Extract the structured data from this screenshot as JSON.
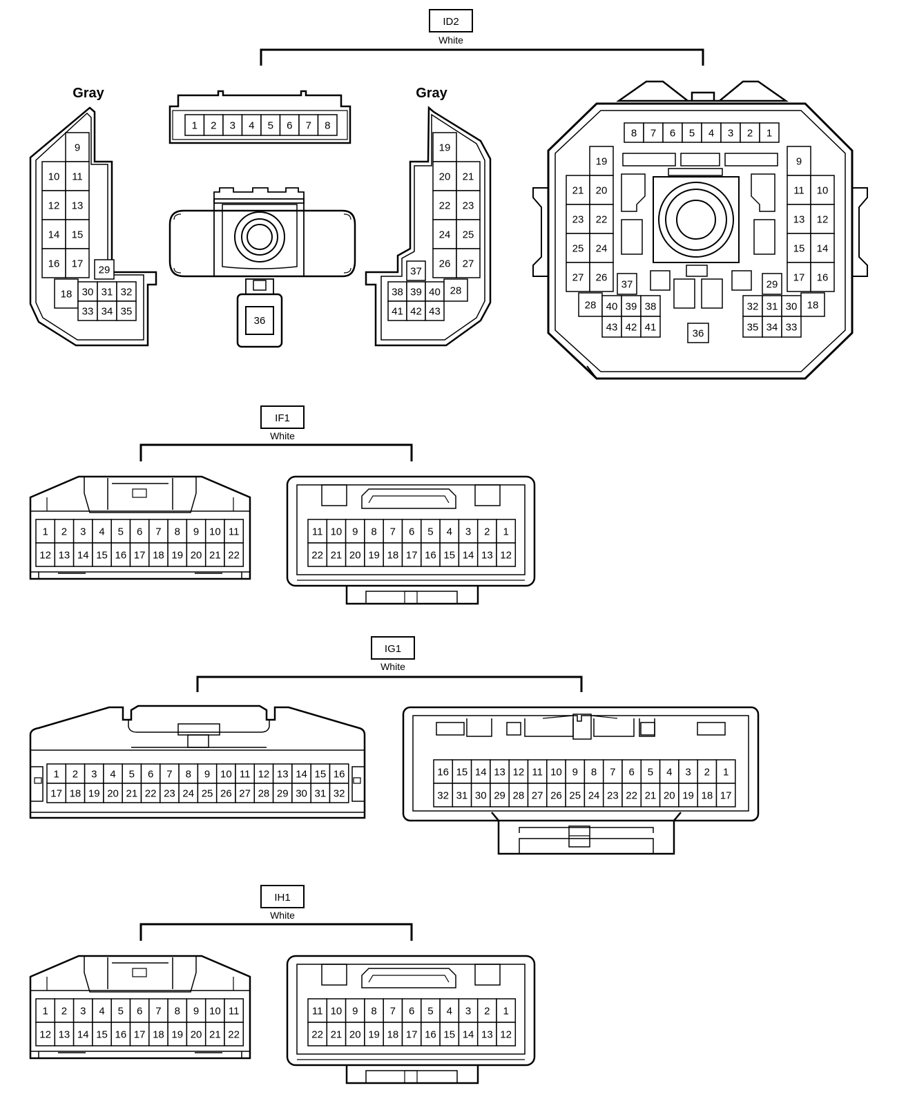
{
  "connectors": [
    {
      "id": "id2",
      "code": "ID2",
      "color_label": "White",
      "views": {
        "gray_left": {
          "label": "Gray"
        },
        "gray_right": {
          "label": "Gray"
        },
        "top_row": [
          "1",
          "2",
          "3",
          "4",
          "5",
          "6",
          "7",
          "8"
        ],
        "round_pin": "36",
        "big_top_row": [
          "8",
          "7",
          "6",
          "5",
          "4",
          "3",
          "2",
          "1"
        ],
        "big_single": "36"
      }
    },
    {
      "id": "if1",
      "code": "IF1",
      "color_label": "White",
      "left_rows": [
        [
          "1",
          "2",
          "3",
          "4",
          "5",
          "6",
          "7",
          "8",
          "9",
          "10",
          "11"
        ],
        [
          "12",
          "13",
          "14",
          "15",
          "16",
          "17",
          "18",
          "19",
          "20",
          "21",
          "22"
        ]
      ],
      "right_rows": [
        [
          "11",
          "10",
          "9",
          "8",
          "7",
          "6",
          "5",
          "4",
          "3",
          "2",
          "1"
        ],
        [
          "22",
          "21",
          "20",
          "19",
          "18",
          "17",
          "16",
          "15",
          "14",
          "13",
          "12"
        ]
      ]
    },
    {
      "id": "ig1",
      "code": "IG1",
      "color_label": "White",
      "left_rows": [
        [
          "1",
          "2",
          "3",
          "4",
          "5",
          "6",
          "7",
          "8",
          "9",
          "10",
          "11",
          "12",
          "13",
          "14",
          "15",
          "16"
        ],
        [
          "17",
          "18",
          "19",
          "20",
          "21",
          "22",
          "23",
          "24",
          "25",
          "26",
          "27",
          "28",
          "29",
          "30",
          "31",
          "32"
        ]
      ],
      "right_rows": [
        [
          "16",
          "15",
          "14",
          "13",
          "12",
          "11",
          "10",
          "9",
          "8",
          "7",
          "6",
          "5",
          "4",
          "3",
          "2",
          "1"
        ],
        [
          "32",
          "31",
          "30",
          "29",
          "28",
          "27",
          "26",
          "25",
          "24",
          "23",
          "22",
          "21",
          "20",
          "19",
          "18",
          "17"
        ]
      ]
    },
    {
      "id": "ih1",
      "code": "IH1",
      "color_label": "White",
      "left_rows": [
        [
          "1",
          "2",
          "3",
          "4",
          "5",
          "6",
          "7",
          "8",
          "9",
          "10",
          "11"
        ],
        [
          "12",
          "13",
          "14",
          "15",
          "16",
          "17",
          "18",
          "19",
          "20",
          "21",
          "22"
        ]
      ],
      "right_rows": [
        [
          "11",
          "10",
          "9",
          "8",
          "7",
          "6",
          "5",
          "4",
          "3",
          "2",
          "1"
        ],
        [
          "22",
          "21",
          "20",
          "19",
          "18",
          "17",
          "16",
          "15",
          "14",
          "13",
          "12"
        ]
      ]
    }
  ]
}
